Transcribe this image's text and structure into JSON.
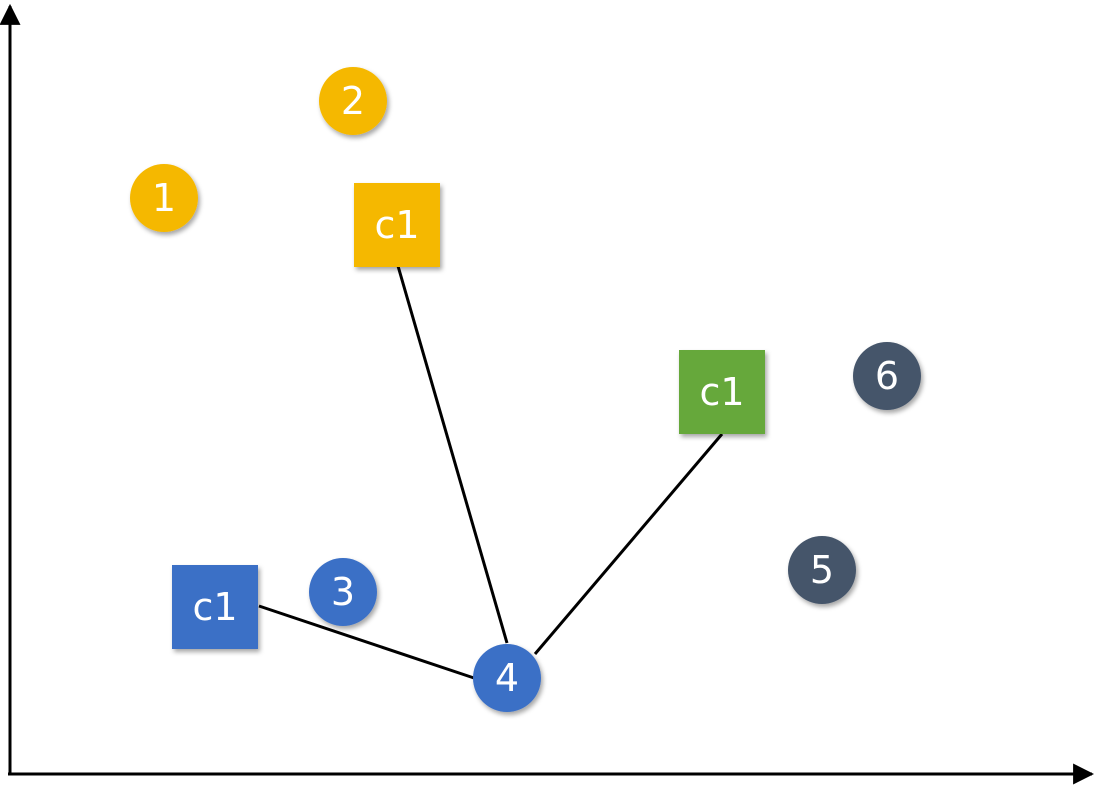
{
  "colors": {
    "yellow": "#F5B800",
    "blue": "#3B6FC6",
    "green": "#66A83A",
    "slate": "#44546A",
    "axis": "#000000",
    "line": "#000000"
  },
  "points": [
    {
      "label": "1",
      "color": "yellow"
    },
    {
      "label": "2",
      "color": "yellow"
    },
    {
      "label": "3",
      "color": "blue"
    },
    {
      "label": "4",
      "color": "blue"
    },
    {
      "label": "5",
      "color": "slate"
    },
    {
      "label": "6",
      "color": "slate"
    }
  ],
  "centroids": [
    {
      "label": "c1",
      "color": "yellow"
    },
    {
      "label": "c1",
      "color": "green"
    },
    {
      "label": "c1",
      "color": "blue"
    }
  ],
  "connections": [
    {
      "from_point": "4",
      "to_centroid": 0
    },
    {
      "from_point": "4",
      "to_centroid": 1
    },
    {
      "from_point": "4",
      "to_centroid": 2
    }
  ]
}
